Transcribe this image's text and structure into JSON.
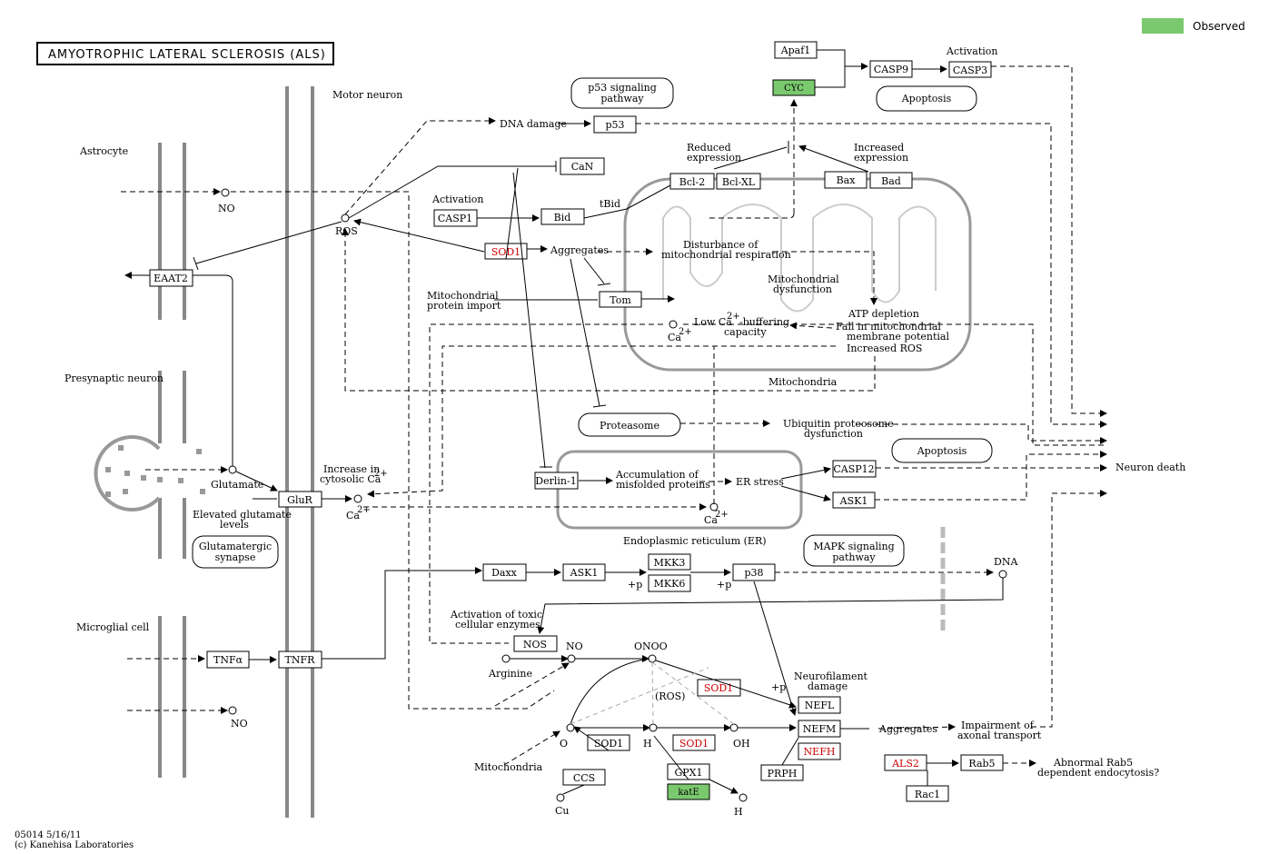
{
  "title": "AMYOTROPHIC LATERAL SCLEROSIS (ALS)",
  "legend": {
    "label": "Observed",
    "color": "#7bc96f"
  },
  "footer": {
    "line1": "05014 5/16/11",
    "line2": "(c) Kanehisa Laboratories"
  },
  "cells": {
    "astrocyte": "Astrocyte",
    "motor_neuron": "Motor neuron",
    "presynaptic": "Presynaptic neuron",
    "microglial": "Microglial cell",
    "mitochondria": "Mitochondria",
    "er": "Endoplasmic reticulum (ER)"
  },
  "pathways": {
    "p53": [
      "p53 signaling",
      "pathway"
    ],
    "apoptosis_top": "Apoptosis",
    "apoptosis_mid": "Apoptosis",
    "mapk": [
      "MAPK signaling",
      "pathway"
    ],
    "glut": [
      "Glutamatergic",
      "synapse"
    ],
    "proteasome": "Proteasome"
  },
  "genes": {
    "apaf1": "Apaf1",
    "cyc": "CYC",
    "casp9": "CASP9",
    "casp3": "CASP3",
    "p53": "p53",
    "can": "CaN",
    "bcl2": "Bcl-2",
    "bclxl": "Bcl-XL",
    "bax": "Bax",
    "bad": "Bad",
    "casp1": "CASP1",
    "bid": "Bid",
    "sod1_a": "SOD1",
    "eaat2": "EAAT2",
    "tom": "Tom",
    "derlin": "Derlin-1",
    "casp12": "CASP12",
    "ask1_er": "ASK1",
    "glur": "GluR",
    "daxx": "Daxx",
    "ask1": "ASK1",
    "mkk3": "MKK3",
    "mkk6": "MKK6",
    "p38": "p38",
    "tnfa": "TNFα",
    "tnfr": "TNFR",
    "nos": "NOS",
    "sod1_b": "SOD1",
    "sod1_c": "SOD1",
    "sod1_d": "SOD1",
    "nefl": "NEFL",
    "nefm": "NEFM",
    "nefh": "NEFH",
    "prph": "PRPH",
    "ccs": "CCS",
    "gpx1": "GPX1",
    "kate": "katE",
    "als2": "ALS2",
    "rab5": "Rab5",
    "rac1": "Rac1"
  },
  "labels": {
    "activation_top": "Activation",
    "dna_damage": "DNA damage",
    "reduced_expr": [
      "Reduced",
      "expression"
    ],
    "increased_expr": [
      "Increased",
      "expression"
    ],
    "no_top": "NO",
    "ros": "ROS",
    "activation_casp1": "Activation",
    "tbid": "tBid",
    "aggregates": "Aggregates",
    "disturbance": [
      "Disturbance of",
      "mitochondrial respiration"
    ],
    "mito_dys": [
      "Mitochondrial",
      "dysfunction"
    ],
    "mito_import": [
      "Mitochondrial",
      "protein import"
    ],
    "atp": "ATP depletion",
    "fall": [
      "Fall in mitochondrial",
      "membrane potential"
    ],
    "inc_ros": "Increased ROS",
    "low_ca": "Low Ca",
    "buffering": "-buffering",
    "capacity": "capacity",
    "ca2plus": "2+",
    "ca": "Ca",
    "ups": [
      "Ubiquitin proteosome",
      "dysfunction"
    ],
    "accum": [
      "Accumulation of",
      "misfolded proteins"
    ],
    "er_stress": "ER stress",
    "neuron_death": "Neuron death",
    "inc_cyto_ca": [
      "Increase in",
      "cytosolic Ca"
    ],
    "glutamate": "Glutamate",
    "elev_glut": [
      "Elevated glutamate",
      "levels"
    ],
    "dna": "DNA",
    "plus_p": "+p",
    "toxic": [
      "Activation of toxic",
      "cellular enzymes"
    ],
    "no_mid": "NO",
    "onoo": "ONOO",
    "arginine": "Arginine",
    "no_bottom": "NO",
    "ros_paren": "(ROS)",
    "neurofil": [
      "Neurofilament",
      "damage"
    ],
    "aggregates2": "Aggregates",
    "impair": [
      "Impairment of",
      "axonal transport"
    ],
    "abnormal": [
      "Abnormal Rab5",
      "dependent endocytosis?"
    ],
    "mitochondria_low": "Mitochondria",
    "o2": "O",
    "h2o2": "H",
    "oh": "OH",
    "cu": "Cu",
    "h2o": "H"
  }
}
